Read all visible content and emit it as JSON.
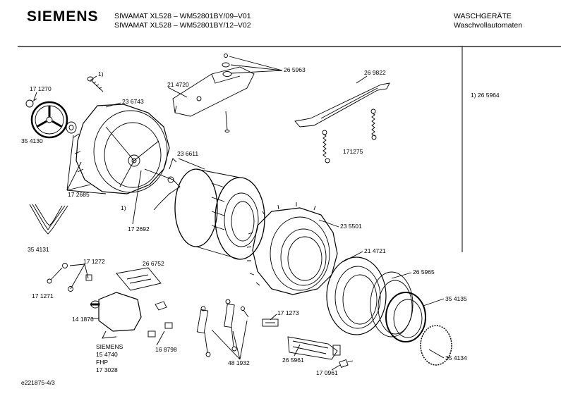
{
  "header": {
    "brand": "SIEMENS",
    "model_line_1": "SIWAMAT XL528 – WM52801BY/09–V01",
    "model_line_2": "SIWAMAT XL528 – WM52801BY/12–V02",
    "category_line_1": "WASCHGERÄTE",
    "category_line_2": "Waschvollautomaten"
  },
  "side_note": "1) 26 5964",
  "footer_id": "e221875-4/3",
  "parts": [
    {
      "id": "p1",
      "text": "1)"
    },
    {
      "id": "p2",
      "text": "17 1270"
    },
    {
      "id": "p3",
      "text": "23 6743"
    },
    {
      "id": "p4",
      "text": "21 4720"
    },
    {
      "id": "p5",
      "text": "26 5963"
    },
    {
      "id": "p6",
      "text": "26 9822"
    },
    {
      "id": "p7",
      "text": "35 4130"
    },
    {
      "id": "p8",
      "text": "23 6611"
    },
    {
      "id": "p9",
      "text": "171275"
    },
    {
      "id": "p10",
      "text": "17 2685"
    },
    {
      "id": "p11",
      "text": "1)"
    },
    {
      "id": "p12",
      "text": "17 2692"
    },
    {
      "id": "p13",
      "text": "23 5501"
    },
    {
      "id": "p14",
      "text": "35 4131"
    },
    {
      "id": "p15",
      "text": "21 4721"
    },
    {
      "id": "p16",
      "text": "17 1272"
    },
    {
      "id": "p17",
      "text": "26 6752"
    },
    {
      "id": "p18",
      "text": "26 5965"
    },
    {
      "id": "p19",
      "text": "17 1271"
    },
    {
      "id": "p20",
      "text": "35 4135"
    },
    {
      "id": "p21",
      "text": "14 1876"
    },
    {
      "id": "p22",
      "text": "17 1273"
    },
    {
      "id": "p23",
      "text": "SIEMENS"
    },
    {
      "id": "p24",
      "text": "15 4740"
    },
    {
      "id": "p25",
      "text": "FHP"
    },
    {
      "id": "p26",
      "text": "17 3028"
    },
    {
      "id": "p27",
      "text": "16 8798"
    },
    {
      "id": "p28",
      "text": "48 1932"
    },
    {
      "id": "p29",
      "text": "26 5961"
    },
    {
      "id": "p30",
      "text": "35 4134"
    },
    {
      "id": "p31",
      "text": "17 0961"
    }
  ]
}
